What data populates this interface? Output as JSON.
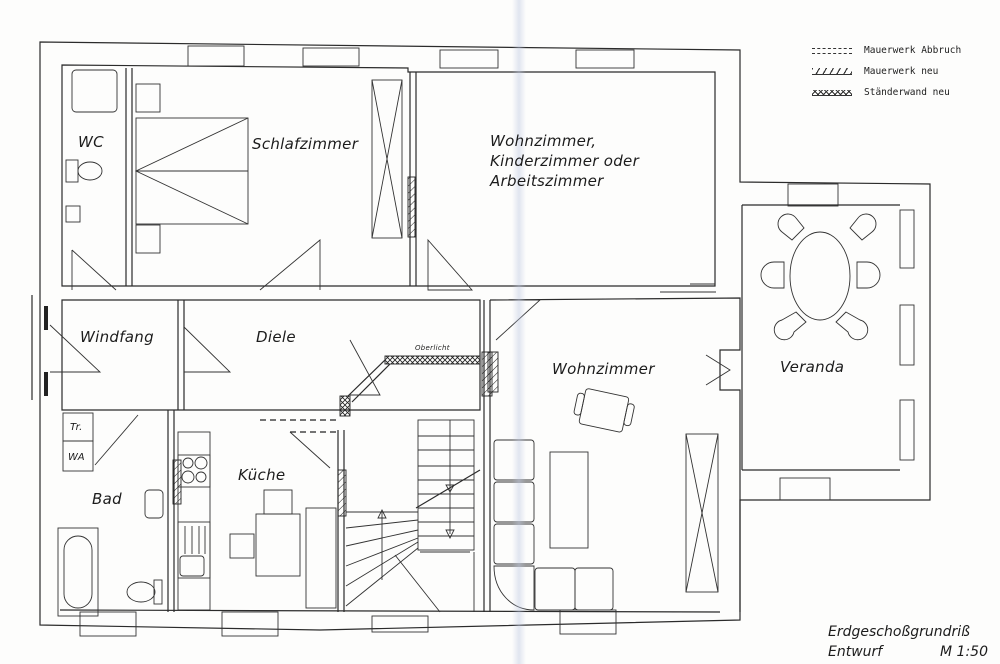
{
  "plan": {
    "type": "floor-plan",
    "title": "Erdgeschoßgrundriß",
    "subtitle": "Entwurf",
    "scale": "M 1:50"
  },
  "legend": {
    "items": [
      {
        "symbol": "dashed-line",
        "label": "Mauerwerk Abbruch"
      },
      {
        "symbol": "hatched-wall",
        "label": "Mauerwerk neu"
      },
      {
        "symbol": "cross-hatched-wall",
        "label": "Ständerwand neu"
      }
    ]
  },
  "rooms": {
    "wc": "WC",
    "schlafzimmer": "Schlafzimmer",
    "flex_line1": "Wohnzimmer,",
    "flex_line2": "Kinderzimmer oder",
    "flex_line3": "Arbeitszimmer",
    "windfang": "Windfang",
    "diele": "Diele",
    "wohnzimmer": "Wohnzimmer",
    "veranda": "Veranda",
    "bad": "Bad",
    "kueche": "Küche"
  },
  "annotations": {
    "oberlicht": "Oberlicht",
    "trockner": "Tr.",
    "waschmaschine": "WA"
  },
  "colors": {
    "ink": "#2b2b2b",
    "paper": "#fdfdfc"
  }
}
